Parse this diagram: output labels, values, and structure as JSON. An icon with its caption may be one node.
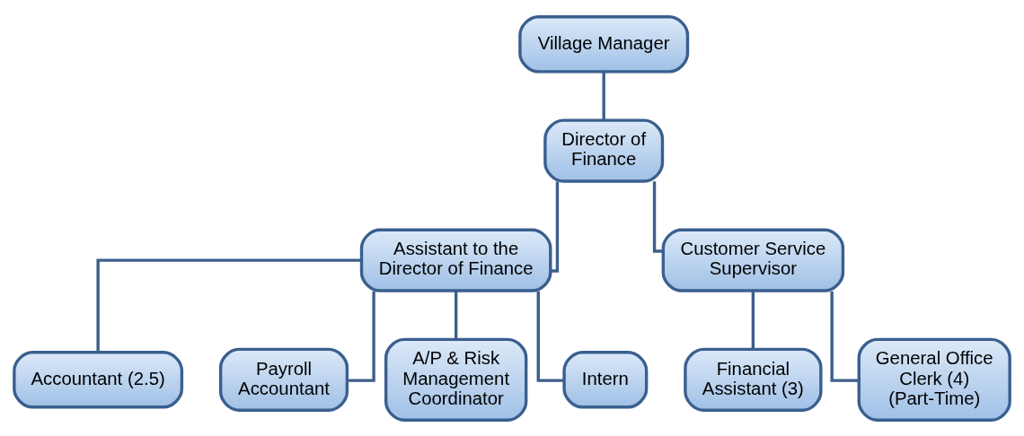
{
  "diagram": {
    "nodes": [
      {
        "text": [
          "Village Manager"
        ]
      },
      {
        "text": [
          "Director of Finance"
        ]
      },
      {
        "text": [
          "Assistant to the Director of Finance"
        ]
      },
      {
        "text": [
          "Customer Service Supervisor"
        ]
      },
      {
        "text": [
          "Accountant (2.5)"
        ]
      },
      {
        "text": [
          "Payroll Accountant"
        ]
      },
      {
        "text": [
          "A/P & Risk Management Coordinator"
        ]
      },
      {
        "text": [
          "Intern"
        ]
      },
      {
        "text": [
          "Financial Assistant (3)"
        ]
      },
      {
        "text": [
          "General Office Clerk (4) (Part-Time)"
        ]
      }
    ],
    "edges": [
      {
        "from": 0,
        "to": 1,
        "arrow": "none"
      },
      {
        "from": 1,
        "to": 2,
        "arrow": "none"
      },
      {
        "from": 1,
        "to": 3,
        "arrow": "none"
      },
      {
        "from": 2,
        "to": 4,
        "arrow": "none"
      },
      {
        "from": 2,
        "to": 5,
        "arrow": "none"
      },
      {
        "from": 2,
        "to": 6,
        "arrow": "none"
      },
      {
        "from": 2,
        "to": 7,
        "arrow": "none"
      },
      {
        "from": 3,
        "to": 8,
        "arrow": "none"
      },
      {
        "from": 3,
        "to": 9,
        "arrow": "none"
      }
    ]
  }
}
